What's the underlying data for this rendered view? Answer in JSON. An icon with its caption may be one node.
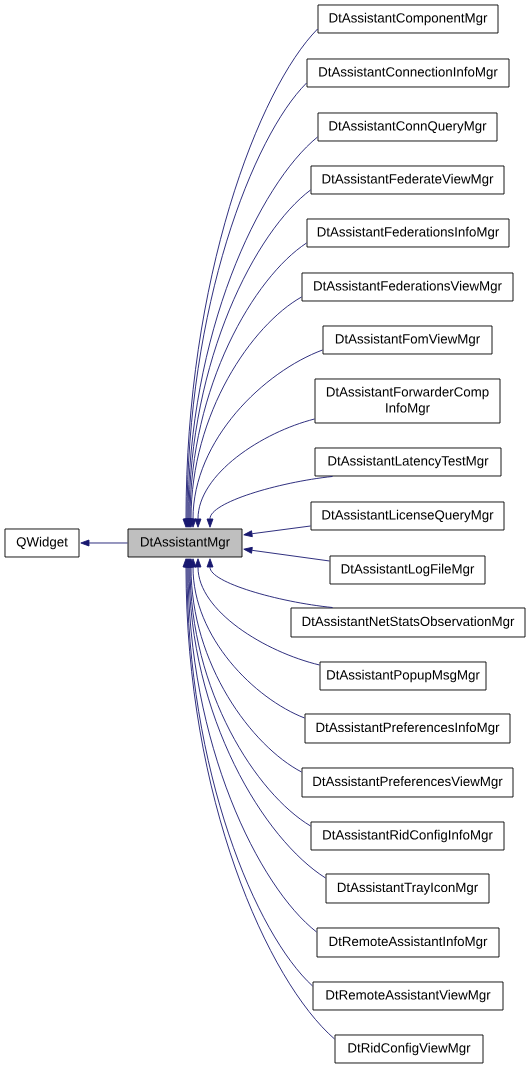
{
  "diagram": {
    "nodes": [
      {
        "text": [
          "QWidget"
        ]
      },
      {
        "text": [
          "DtAssistantMgr"
        ]
      },
      {
        "text": [
          "DtAssistantComponentMgr"
        ]
      },
      {
        "text": [
          "DtAssistantConnectionInfoMgr"
        ]
      },
      {
        "text": [
          "DtAssistantConnQueryMgr"
        ]
      },
      {
        "text": [
          "DtAssistantFederateViewMgr"
        ]
      },
      {
        "text": [
          "DtAssistantFederationsInfoMgr"
        ]
      },
      {
        "text": [
          "DtAssistantFederationsViewMgr"
        ]
      },
      {
        "text": [
          "DtAssistantFomViewMgr"
        ]
      },
      {
        "text": [
          "DtAssistantForwarderComp InfoMgr"
        ]
      },
      {
        "text": [
          "DtAssistantLatencyTestMgr"
        ]
      },
      {
        "text": [
          "DtAssistantLicenseQueryMgr"
        ]
      },
      {
        "text": [
          "DtAssistantLogFileMgr"
        ]
      },
      {
        "text": [
          "DtAssistantNetStatsObservationMgr"
        ]
      },
      {
        "text": [
          "DtAssistantPopupMsgMgr"
        ]
      },
      {
        "text": [
          "DtAssistantPreferencesInfoMgr"
        ]
      },
      {
        "text": [
          "DtAssistantPreferencesViewMgr"
        ]
      },
      {
        "text": [
          "DtAssistantRidConfigInfoMgr"
        ]
      },
      {
        "text": [
          "DtAssistantTrayIconMgr"
        ]
      },
      {
        "text": [
          "DtRemoteAssistantInfoMgr"
        ]
      },
      {
        "text": [
          "DtRemoteAssistantViewMgr"
        ]
      },
      {
        "text": [
          "DtRidConfigViewMgr"
        ]
      }
    ],
    "edges": [
      {
        "from": 1,
        "to": 0,
        "arrow": "to"
      },
      {
        "from": 2,
        "to": 1,
        "arrow": "to"
      },
      {
        "from": 3,
        "to": 1,
        "arrow": "to"
      },
      {
        "from": 4,
        "to": 1,
        "arrow": "to"
      },
      {
        "from": 5,
        "to": 1,
        "arrow": "to"
      },
      {
        "from": 6,
        "to": 1,
        "arrow": "to"
      },
      {
        "from": 7,
        "to": 1,
        "arrow": "to"
      },
      {
        "from": 8,
        "to": 1,
        "arrow": "to"
      },
      {
        "from": 9,
        "to": 1,
        "arrow": "to"
      },
      {
        "from": 10,
        "to": 1,
        "arrow": "to"
      },
      {
        "from": 11,
        "to": 1,
        "arrow": "to"
      },
      {
        "from": 12,
        "to": 1,
        "arrow": "to"
      },
      {
        "from": 13,
        "to": 1,
        "arrow": "to"
      },
      {
        "from": 14,
        "to": 1,
        "arrow": "to"
      },
      {
        "from": 15,
        "to": 1,
        "arrow": "to"
      },
      {
        "from": 16,
        "to": 1,
        "arrow": "to"
      },
      {
        "from": 17,
        "to": 1,
        "arrow": "to"
      },
      {
        "from": 18,
        "to": 1,
        "arrow": "to"
      },
      {
        "from": 19,
        "to": 1,
        "arrow": "to"
      },
      {
        "from": 20,
        "to": 1,
        "arrow": "to"
      },
      {
        "from": 21,
        "to": 1,
        "arrow": "to"
      }
    ]
  }
}
